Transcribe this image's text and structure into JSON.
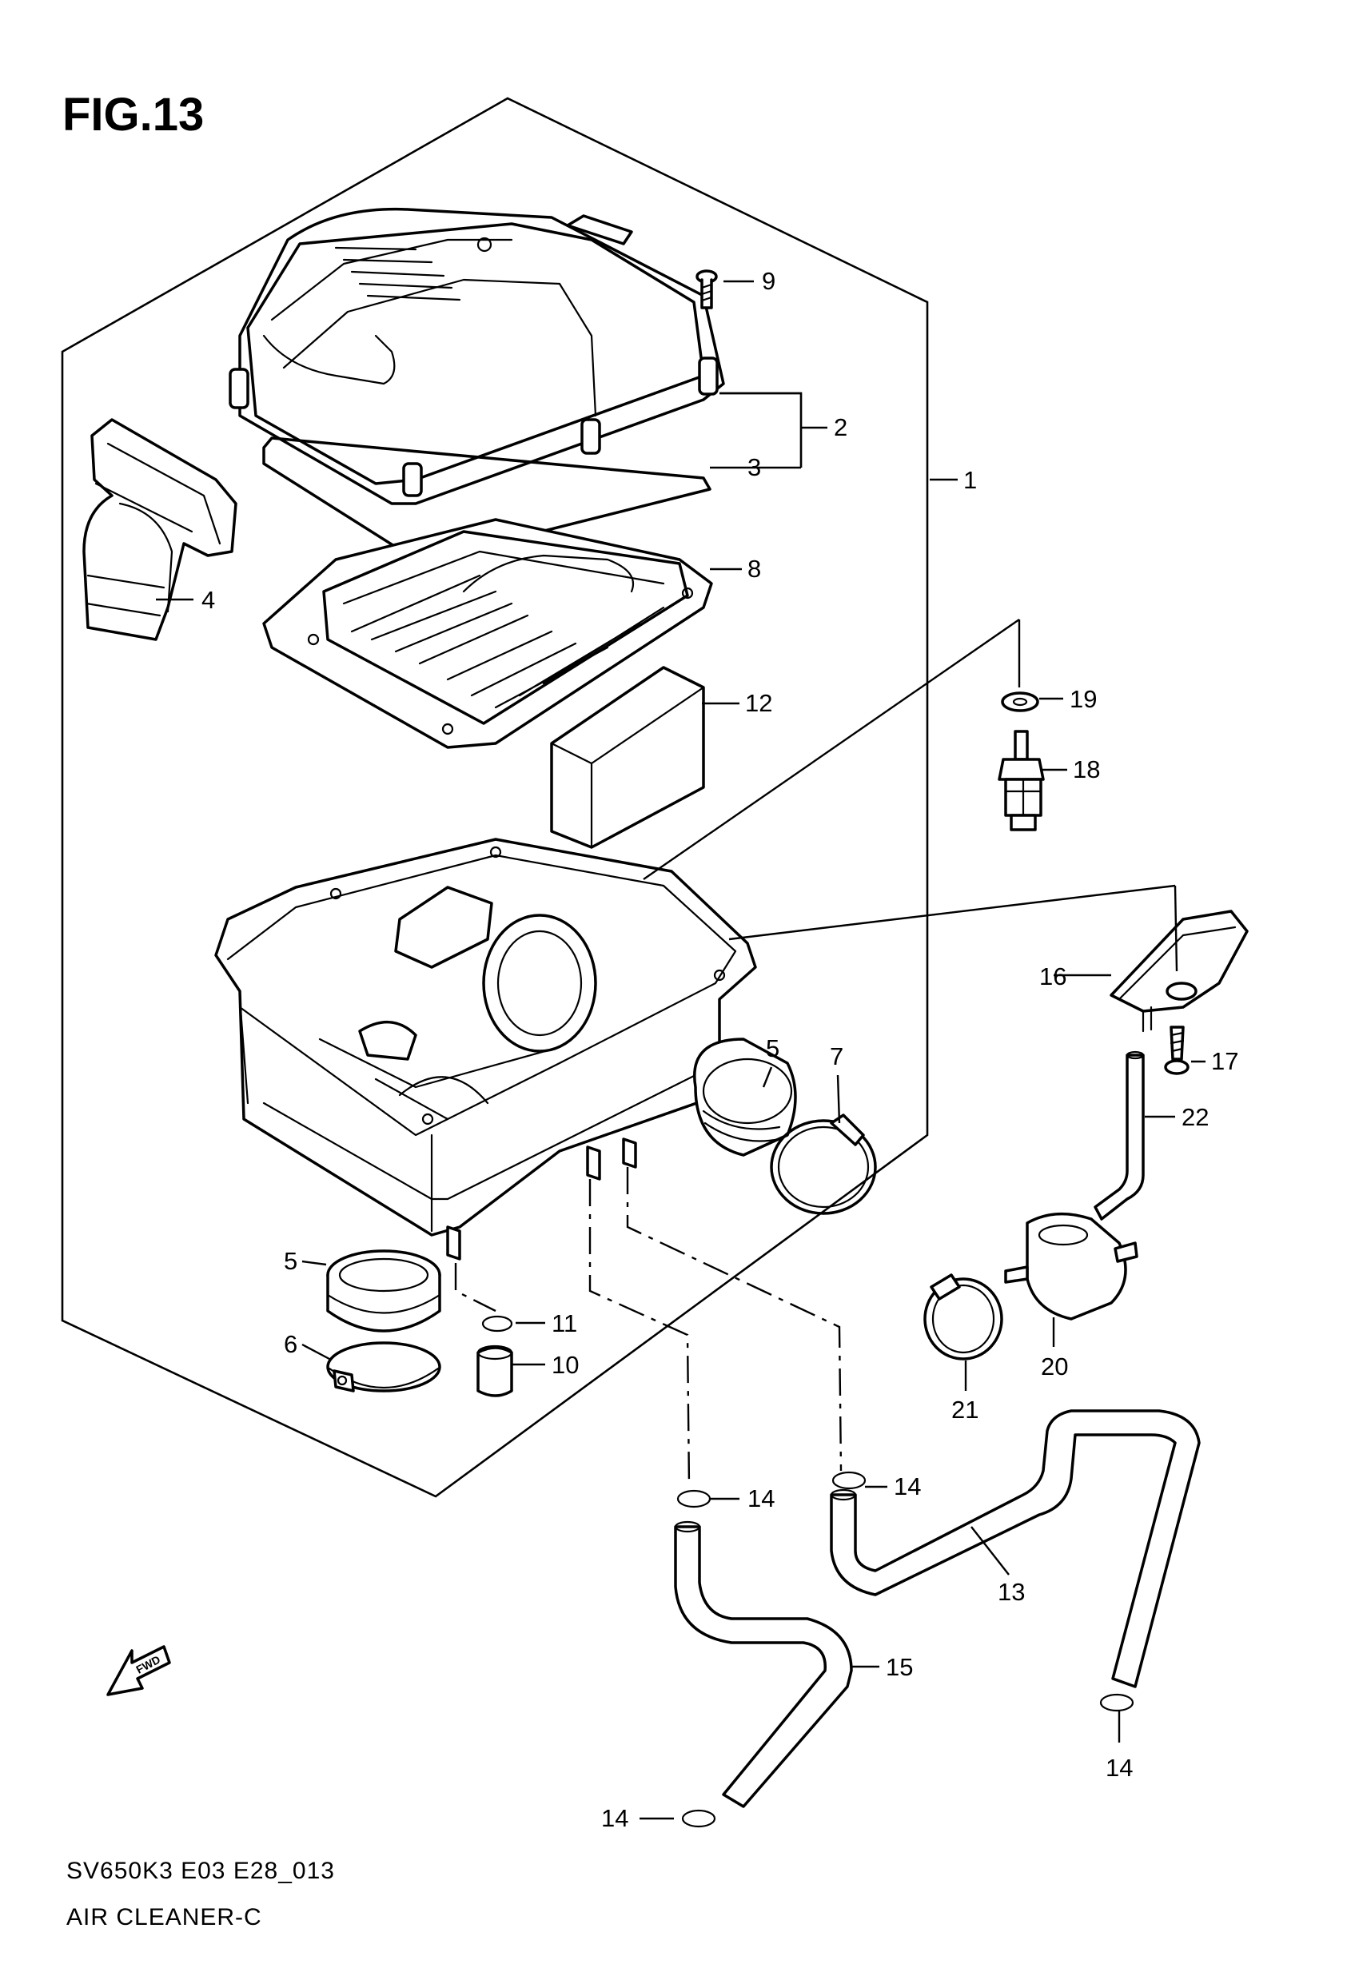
{
  "figure_label": "FIG.13",
  "footer": {
    "model_code": "SV650K3 E03 E28_013",
    "title": "AIR CLEANER-C"
  },
  "fwd_label": "FWD",
  "callouts": {
    "c1": "1",
    "c2": "2",
    "c3": "3",
    "c4": "4",
    "c5a": "5",
    "c5b": "5",
    "c6": "6",
    "c7": "7",
    "c8": "8",
    "c9": "9",
    "c10": "10",
    "c11": "11",
    "c12": "12",
    "c13": "13",
    "c14a": "14",
    "c14b": "14",
    "c14c": "14",
    "c14d": "14",
    "c15": "15",
    "c16": "16",
    "c17": "17",
    "c18": "18",
    "c19": "19",
    "c20": "20",
    "c21": "21",
    "c22": "22"
  }
}
